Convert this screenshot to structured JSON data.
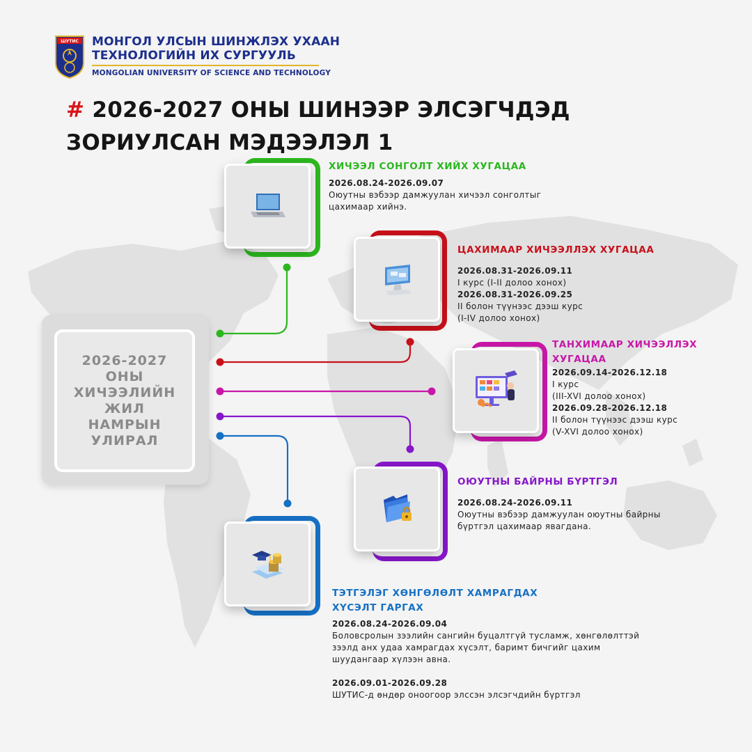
{
  "header": {
    "university_mn_line1": "МОНГОЛ УЛСЫН ШИНЖЛЭХ УХААН",
    "university_mn_line2": "ТЕХНОЛОГИЙН ИХ СУРГУУЛЬ",
    "university_en": "MONGOLIAN UNIVERSITY OF SCIENCE AND TECHNOLOGY",
    "logo_text": "ШУТИС"
  },
  "title": {
    "hash": "#",
    "line1": "2026-2027 ОНЫ ШИНЭЭР ЭЛСЭГЧДЭД",
    "line2": "ЗОРИУЛСАН МЭДЭЭЛЭЛ 1"
  },
  "center": {
    "text": "2026-2027\nОНЫ\nХИЧЭЭЛИЙН\nЖИЛ\nНАМРЫН\nУЛИРАЛ"
  },
  "colors": {
    "green": "#2cb71f",
    "red": "#c8101a",
    "magenta": "#c817a8",
    "purple": "#8716c9",
    "blue": "#1670c4",
    "title_red": "#d81418",
    "brand_blue": "#1d2f8c",
    "gold": "#e0b62a"
  },
  "sections": {
    "course_selection": {
      "icon": "laptop-icon",
      "title": "ХИЧЭЭЛ СОНГОЛТ ХИЙХ ХУГАЦАА",
      "date": "2026.08.24-2026.09.07",
      "line1": "Оюутны вэбээр дамжуулан хичээл сонголтыг",
      "line2": "цахимаар хийнэ."
    },
    "online_classes": {
      "icon": "computer-monitor-icon",
      "title": "ЦАХИМААР ХИЧЭЭЛЛЭХ ХУГАЦАА",
      "date1": "2026.08.31-2026.09.11",
      "text1": "I курс (I-II долоо хонох)",
      "date2": "2026.08.31-2026.09.25",
      "text2a": "II болон түүнээс дээш курс",
      "text2b": "(I-IV долоо хонох)"
    },
    "classroom": {
      "icon": "online-learning-icon",
      "title_line1": "ТАНХИМААР ХИЧЭЭЛЛЭХ",
      "title_line2": "ХУГАЦАА",
      "date1": "2026.09.14-2026.12.18",
      "text1a": "I курс",
      "text1b": "(III-XVI долоо хонох)",
      "date2": "2026.09.28-2026.12.18",
      "text2a": "II болон түүнээс дээш курс",
      "text2b": "(V-XVI долоо хонох)"
    },
    "dormitory": {
      "icon": "secure-folder-icon",
      "title": "ОЮУТНЫ БАЙРНЫ БҮРТГЭЛ",
      "date": "2026.08.24-2026.09.11",
      "line1": "Оюутны вэбээр дамжуулан оюутны байрны",
      "line2": "бүртгэл цахимаар явагдана."
    },
    "scholarship": {
      "icon": "scholarship-coins-icon",
      "title_line1": "ТЭТГЭЛЭГ ХӨНГӨЛӨЛТ ХАМРАГДАХ",
      "title_line2": "ХҮСЭЛТ ГАРГАХ",
      "date1": "2026.08.24-2026.09.04",
      "text1a": "Боловсролын зээлийн сангийн буцалтгүй тусламж, хөнгөлөлттэй",
      "text1b": "зээлд анх удаа хамрагдах хүсэлт, баримт бичгийг цахим",
      "text1c": "шуудангаар хүлээн авна.",
      "date2": "2026.09.01-2026.09.28",
      "text2": "ШУТИС-д өндөр оноогоор элссэн элсэгчдийн бүртгэл"
    }
  }
}
